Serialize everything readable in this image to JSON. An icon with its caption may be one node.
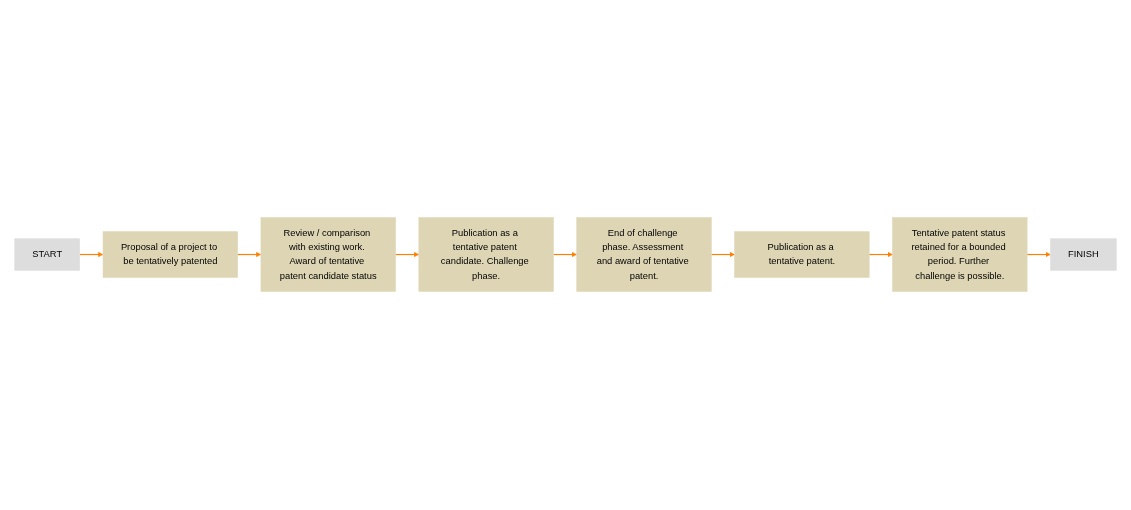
{
  "diagram": {
    "nodes": [
      {
        "text": [
          "START"
        ]
      },
      {
        "text": [
          "FINISH"
        ]
      },
      {
        "text": [
          "Proposal of a project to be tentatively patented"
        ]
      },
      {
        "text": [
          "Review / comparison with existing work. Award of tentative patent candidate status"
        ]
      },
      {
        "text": [
          "Publication as a tentative patent candidate. Challenge phase."
        ]
      },
      {
        "text": [
          "End of challenge phase. Assessment and award of tentative patent."
        ]
      },
      {
        "text": [
          "Publication as a tentative patent."
        ]
      },
      {
        "text": [
          "Tentative patent status retained for a bounded period. Further challenge is possible."
        ]
      }
    ],
    "edges": [
      {
        "from": 0,
        "to": 2,
        "arrow": "to"
      },
      {
        "from": 2,
        "to": 3,
        "arrow": "to"
      },
      {
        "from": 3,
        "to": 4,
        "arrow": "to"
      },
      {
        "from": 4,
        "to": 5,
        "arrow": "to"
      },
      {
        "from": 5,
        "to": 6,
        "arrow": "to"
      },
      {
        "from": 6,
        "to": 7,
        "arrow": "to"
      },
      {
        "from": 7,
        "to": 1,
        "arrow": "to"
      }
    ]
  }
}
